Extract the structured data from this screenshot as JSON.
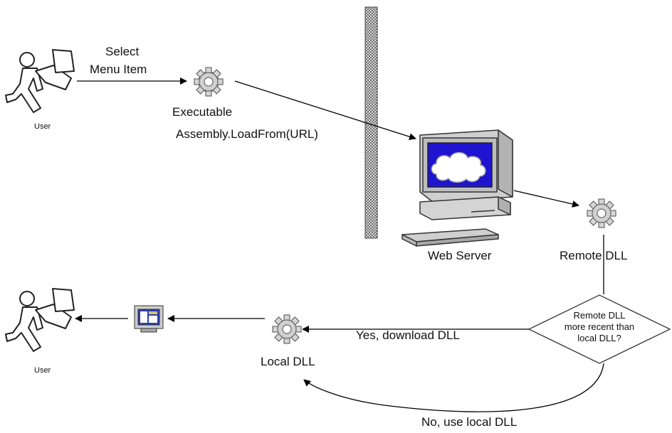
{
  "diagram": {
    "user_top_label": "User",
    "user_bottom_label": "User",
    "select_menu_line1": "Select",
    "select_menu_line2": "Menu Item",
    "executable_label": "Executable",
    "assembly_label": "Assembly.LoadFrom(URL)",
    "web_server_label": "Web Server",
    "remote_dll_label": "Remote DLL",
    "decision_line1": "Remote DLL",
    "decision_line2": "more recent than",
    "decision_line3": "local DLL?",
    "yes_label": "Yes, download DLL",
    "no_label": "No, use local DLL",
    "local_dll_label": "Local DLL"
  }
}
